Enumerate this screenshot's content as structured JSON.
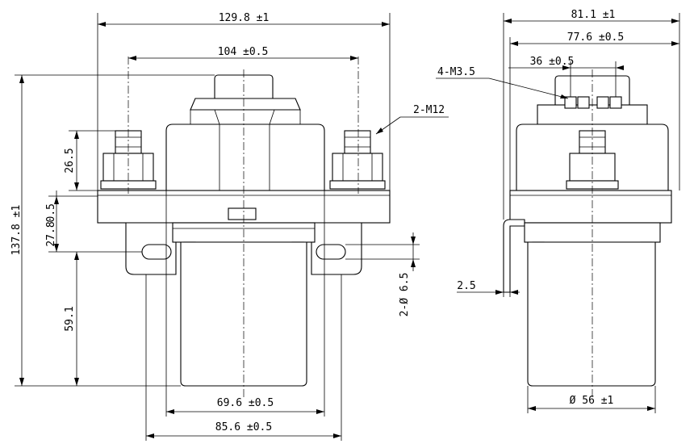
{
  "dimensions": {
    "front_width": "129.8 ±1",
    "front_mount_spacing": "104 ±0.5",
    "front_height": "137.8 ±1",
    "stud_height": "26.5",
    "flange_thickness": "0.5",
    "bracket_offset": "27.8",
    "body_height": "59.1",
    "coil_width": "69.6 ±0.5",
    "bracket_width": "85.6 ±0.5",
    "mount_holes": "2-Ø 6.5",
    "stud_callout": "2-M12",
    "side_width": "81.1 ±1",
    "side_inner_width": "77.6 ±0.5",
    "aux_spacing": "36 ±0.5",
    "aux_callout": "4-M3.5",
    "bracket_thickness": "2.5",
    "coil_diameter": "Ø 56 ±1"
  }
}
